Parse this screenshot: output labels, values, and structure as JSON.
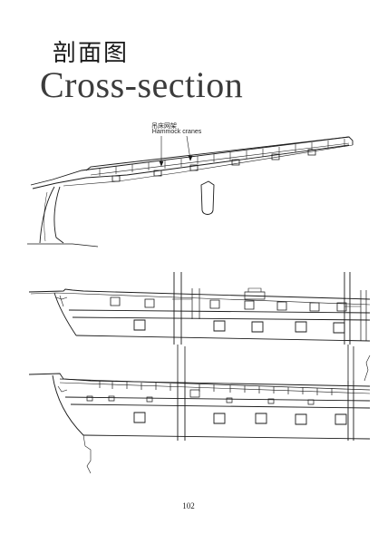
{
  "heading": {
    "title_cn": "剖面图",
    "title_en": "Cross-section"
  },
  "annotation": {
    "label_cn": "吊床网架",
    "label_en": "Hammock cranes"
  },
  "footer": {
    "page_number": "102"
  },
  "colors": {
    "ink": "#1a1a1a",
    "title_gray": "#3c3c3c",
    "paper": "#ffffff"
  }
}
